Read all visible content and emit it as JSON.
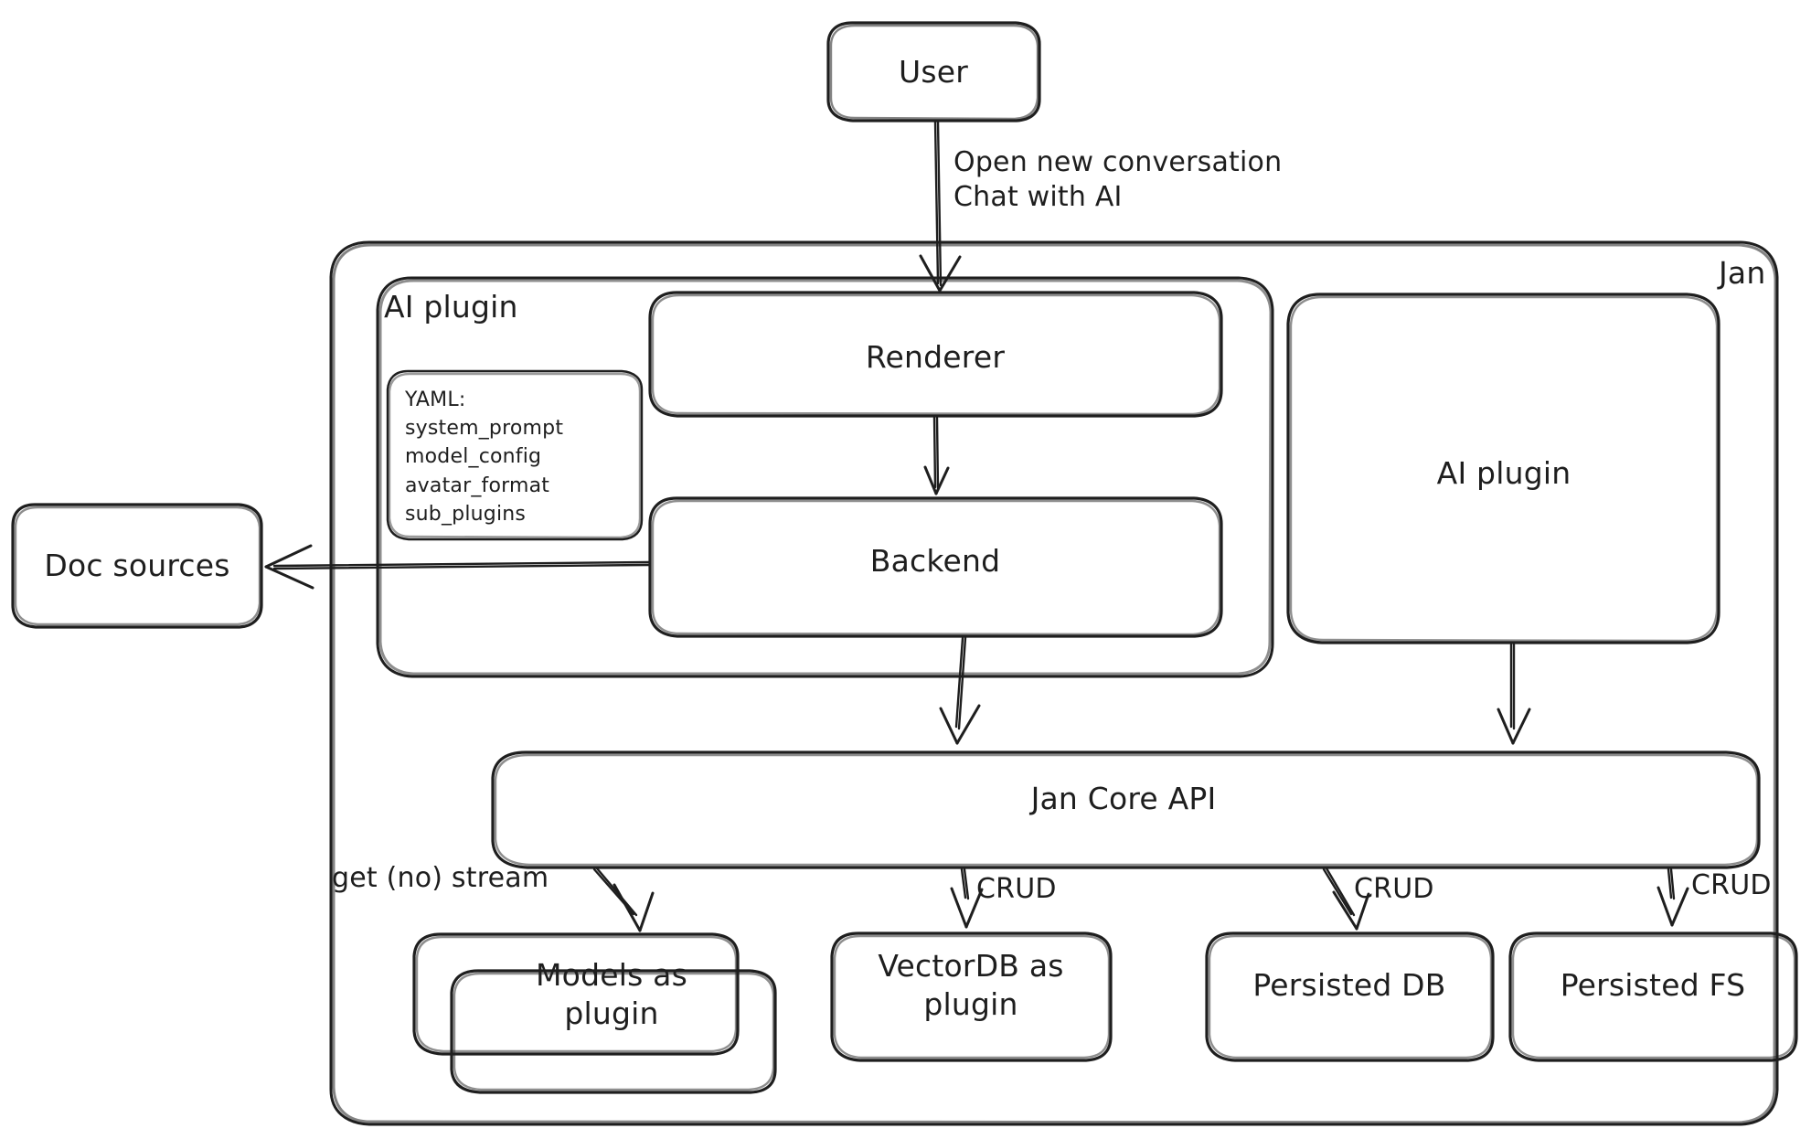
{
  "diagram": {
    "title": "Jan architecture",
    "style": "hand-drawn",
    "stroke_color": "#1e1e1e",
    "background_color": "#ffffff"
  },
  "nodes": {
    "user": {
      "label": "User"
    },
    "jan_container": {
      "label": "Jan"
    },
    "ai_plugin_container": {
      "label": "AI plugin"
    },
    "yaml_note": {
      "label": "YAML:\nsystem_prompt\nmodel_config\navatar_format\nsub_plugins"
    },
    "renderer": {
      "label": "Renderer"
    },
    "backend": {
      "label": "Backend"
    },
    "ai_plugin_right": {
      "label": "AI plugin"
    },
    "doc_sources": {
      "label": "Doc sources"
    },
    "jan_core_api": {
      "label": "Jan Core API"
    },
    "models_as_plugin": {
      "label": "Models as\nplugin"
    },
    "vectordb_as_plugin": {
      "label": "VectorDB as\nplugin"
    },
    "persisted_db": {
      "label": "Persisted DB"
    },
    "persisted_fs": {
      "label": "Persisted FS"
    }
  },
  "edges": [
    {
      "from": "user",
      "to": "renderer",
      "label": "Open new conversation\nChat with AI"
    },
    {
      "from": "renderer",
      "to": "backend",
      "label": ""
    },
    {
      "from": "backend",
      "to": "doc_sources",
      "label": ""
    },
    {
      "from": "backend",
      "to": "jan_core_api",
      "label": ""
    },
    {
      "from": "ai_plugin_right",
      "to": "jan_core_api",
      "label": ""
    },
    {
      "from": "jan_core_api",
      "to": "models_as_plugin",
      "label": "get (no) stream"
    },
    {
      "from": "jan_core_api",
      "to": "vectordb_as_plugin",
      "label": "CRUD"
    },
    {
      "from": "jan_core_api",
      "to": "persisted_db",
      "label": "CRUD"
    },
    {
      "from": "jan_core_api",
      "to": "persisted_fs",
      "label": "CRUD"
    }
  ],
  "edge_labels": {
    "user_to_renderer": "Open new conversation\nChat with AI",
    "models": "get (no) stream",
    "vectordb": "CRUD",
    "persisted_db": "CRUD",
    "persisted_fs": "CRUD"
  }
}
